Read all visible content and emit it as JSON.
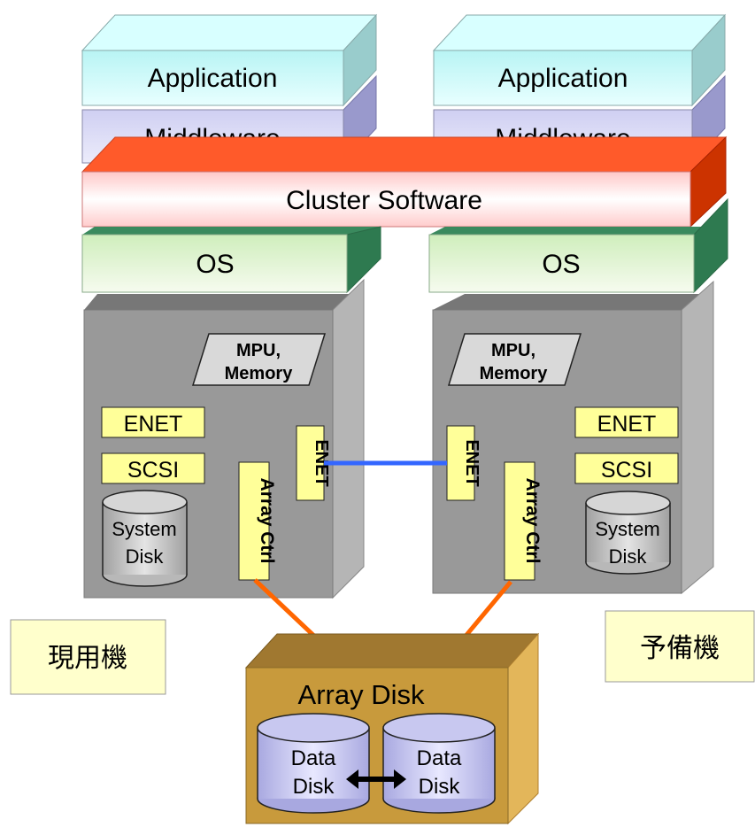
{
  "left_node": {
    "application": "Application",
    "middleware": "Middleware",
    "os": "OS",
    "mpu_line1": "MPU,",
    "mpu_line2": "Memory",
    "enet": "ENET",
    "scsi": "SCSI",
    "system_disk_line1": "System",
    "system_disk_line2": "Disk",
    "array_ctrl": "Array Ctrl",
    "enet_vertical": "ENET",
    "caption": "現用機"
  },
  "right_node": {
    "application": "Application",
    "middleware": "Middleware",
    "os": "OS",
    "mpu_line1": "MPU,",
    "mpu_line2": "Memory",
    "enet": "ENET",
    "scsi": "SCSI",
    "system_disk_line1": "System",
    "system_disk_line2": "Disk",
    "array_ctrl": "Array Ctrl",
    "enet_vertical": "ENET",
    "caption": "予備機"
  },
  "cluster_software": "Cluster Software",
  "array_disk": {
    "title": "Array Disk",
    "disk_left_line1": "Data",
    "disk_left_line2": "Disk",
    "disk_right_line1": "Data",
    "disk_right_line2": "Disk"
  },
  "colors": {
    "application_front": "#ccffff",
    "application_side": "#99cccc",
    "middleware_front": "#ddddf7",
    "middleware_side": "#9999cc",
    "cluster_top": "#ff5a2a",
    "cluster_side": "#cc3300",
    "os_front": "#e6f5d6",
    "os_top": "#3a8a5e",
    "server_front": "#999999",
    "server_side": "#b5b5b5",
    "server_top": "#777777",
    "label_yellow": "#ffff99",
    "array_front": "#c89a3c",
    "array_top": "#a07830",
    "array_side": "#e3b65a",
    "disk": "#c8c8f0",
    "heartbeat_line": "#3366ff",
    "san_line": "#ff6600"
  }
}
